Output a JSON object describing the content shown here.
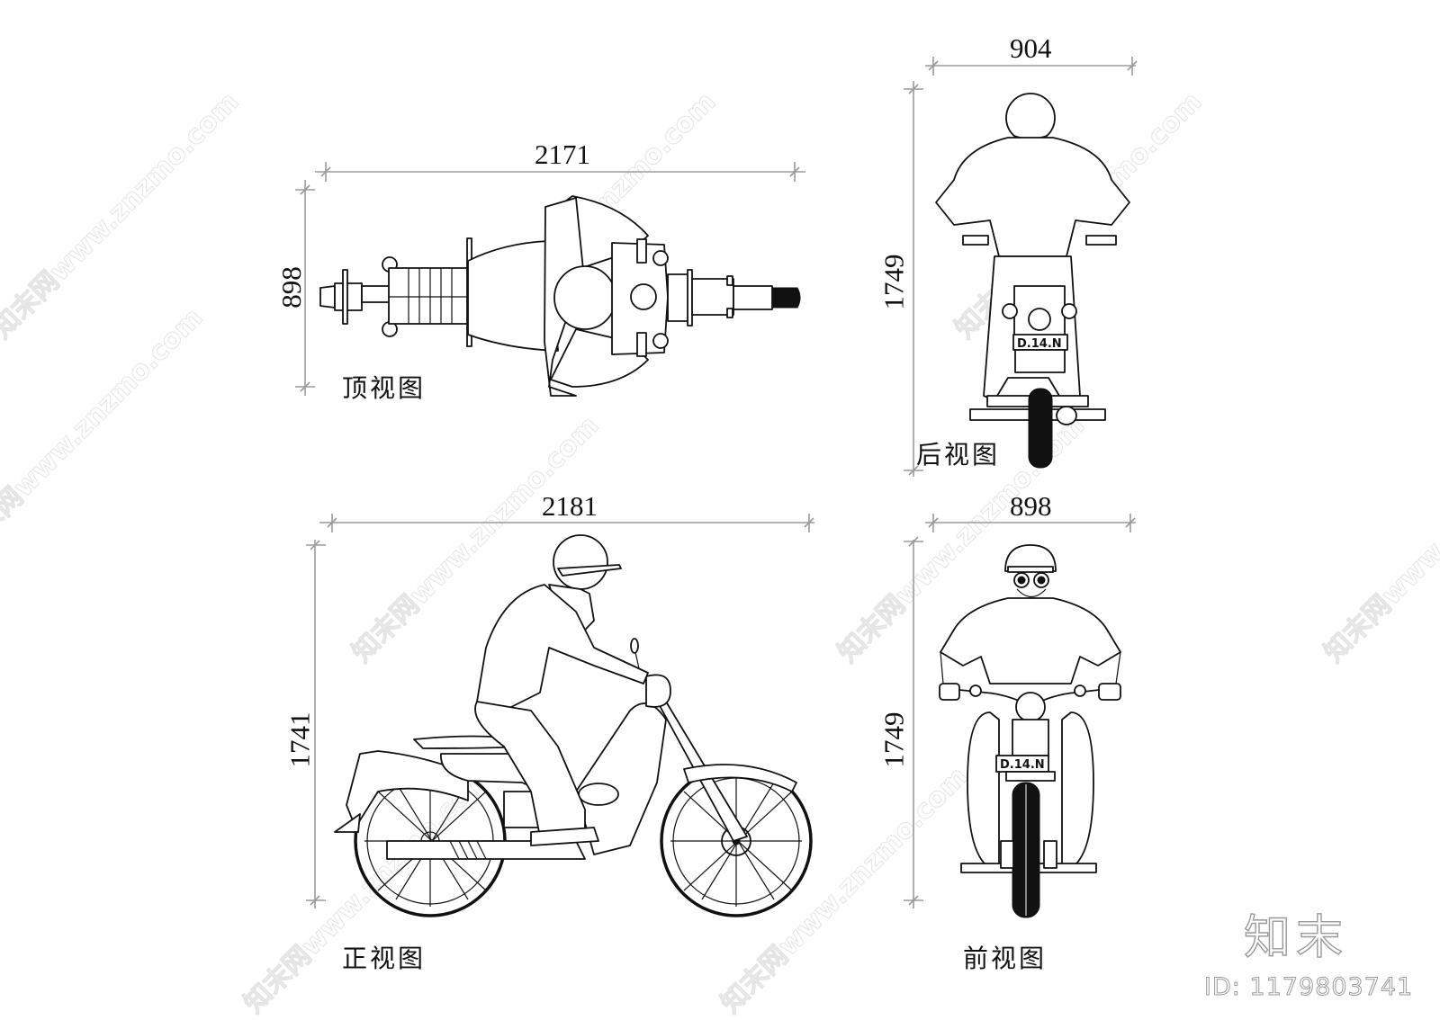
{
  "drawing": {
    "views": {
      "top": {
        "label": "顶视图",
        "length_dim": "2171",
        "width_dim": "898"
      },
      "rear": {
        "label": "后视图",
        "width_dim": "904",
        "height_dim": "1749",
        "plate": "D.14.N"
      },
      "side": {
        "label": "正视图",
        "length_dim": "2181",
        "height_dim": "1741"
      },
      "front": {
        "label": "前视图",
        "width_dim": "898",
        "height_dim": "1749",
        "plate": "D.14.N"
      }
    },
    "watermark": {
      "text": "知末网www.znzmo.com",
      "brand": "知末",
      "id_label": "ID: 1179803741"
    }
  }
}
